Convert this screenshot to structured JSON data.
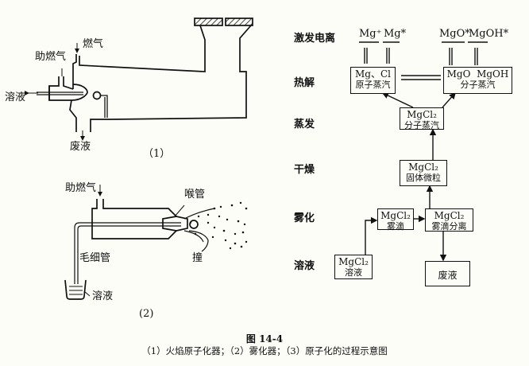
{
  "figure": {
    "title": "图 14-4",
    "caption": "（1）火焰原子化器；（2）雾化器；（3）原子化的过程示意图"
  },
  "diagram1": {
    "label": "（1）",
    "fuel_gas": "燃气",
    "oxidant_gas": "助燃气",
    "solution": "溶液",
    "waste": "废液"
  },
  "diagram2": {
    "label": "(2)",
    "oxidant_gas": "助燃气",
    "nozzle": "喉管",
    "capillary": "毛细管",
    "impact_bead": "撞",
    "solution": "溶液"
  },
  "diagram3": {
    "stages": [
      "激发电离",
      "热解",
      "蒸发",
      "干燥",
      "雾化",
      "溶液"
    ],
    "species_top": {
      "mg_ion": "Mg⁺",
      "mg_excited": "Mg*",
      "mgo_excited": "MgO*",
      "mgoh_excited": "MgOH*"
    },
    "boxes": {
      "atom_vapor": {
        "line1": "Mg、Cl",
        "line2": "原子蒸汽"
      },
      "molecule_vapor": {
        "line1": "MgO  MgOH",
        "line2": "分子蒸汽"
      },
      "mgcl2_vapor": {
        "line1": "MgCl₂",
        "line2": "分子蒸汽"
      },
      "mgcl2_solid": {
        "line1": "MgCl₂",
        "line2": "固体微粒"
      },
      "mgcl2_droplet": {
        "line1": "MgCl₂",
        "line2": "雾滴"
      },
      "mgcl2_separation": {
        "line1": "MgCl₂",
        "line2": "雾滴分离"
      },
      "mgcl2_solution": {
        "line1": "MgCl₂",
        "line2": "溶液"
      },
      "waste": {
        "line1": "废液"
      }
    }
  }
}
